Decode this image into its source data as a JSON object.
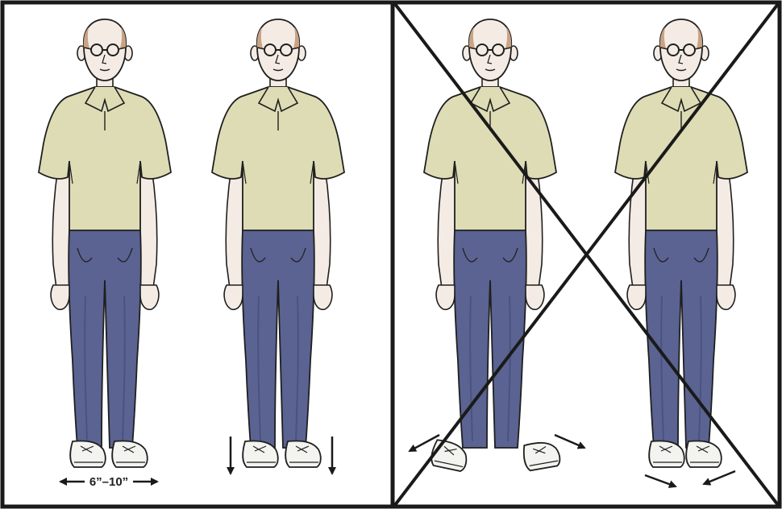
{
  "figure": {
    "panels": [
      {
        "name": "correct-stance",
        "crossed_out": false
      },
      {
        "name": "incorrect-stance",
        "crossed_out": true
      }
    ],
    "width_label": "6”–10”",
    "colors": {
      "frame": "#1a1a1a",
      "shirt": "#dedcb5",
      "pants": "#5a6391",
      "pants_shade": "#4a5280",
      "skin": "#f4ece4",
      "hair": "#c9a386",
      "shoe": "#f3f3ef",
      "outline": "#1f1f1f"
    }
  }
}
